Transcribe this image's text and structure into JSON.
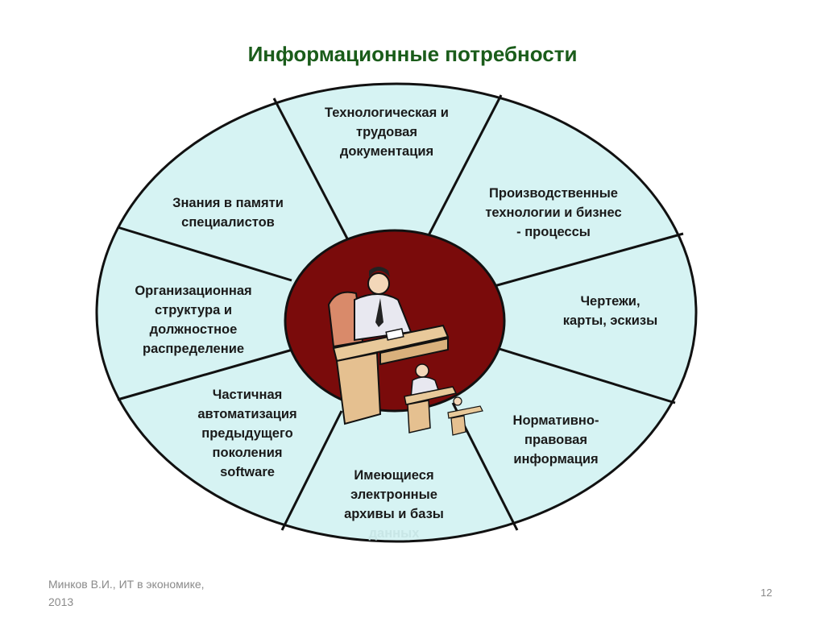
{
  "slide": {
    "title": "Информационные потребности",
    "footer_line1": "Минков В.И., ИТ в экономике,",
    "footer_line2": "2013",
    "page_number": "12"
  },
  "segments": [
    {
      "lines": [
        "Технологическая и",
        "трудовая",
        "документация"
      ]
    },
    {
      "lines": [
        "Производственные",
        "технологии и бизнес",
        "- процессы"
      ]
    },
    {
      "lines": [
        "Чертежи,",
        "карты, эскизы"
      ]
    },
    {
      "lines": [
        "Нормативно-",
        "правовая",
        "информация"
      ]
    },
    {
      "lines": [
        "Имеющиеся",
        "электронные",
        "архивы и базы",
        "данных"
      ]
    },
    {
      "lines": [
        "Частичная",
        "автоматизация",
        "предыдущего",
        "поколения",
        "software"
      ]
    },
    {
      "lines": [
        "Организационная",
        "структура и",
        "должностное",
        "распределение"
      ]
    },
    {
      "lines": [
        "Знания в памяти",
        "специалистов"
      ]
    }
  ],
  "colors": {
    "segment_fill": "#d6f3f3",
    "center_fill": "#7a0b0b",
    "title": "#1a5c1a",
    "outline": "#111111"
  },
  "icons": {
    "center": "office-hierarchy-desks-illustration"
  }
}
